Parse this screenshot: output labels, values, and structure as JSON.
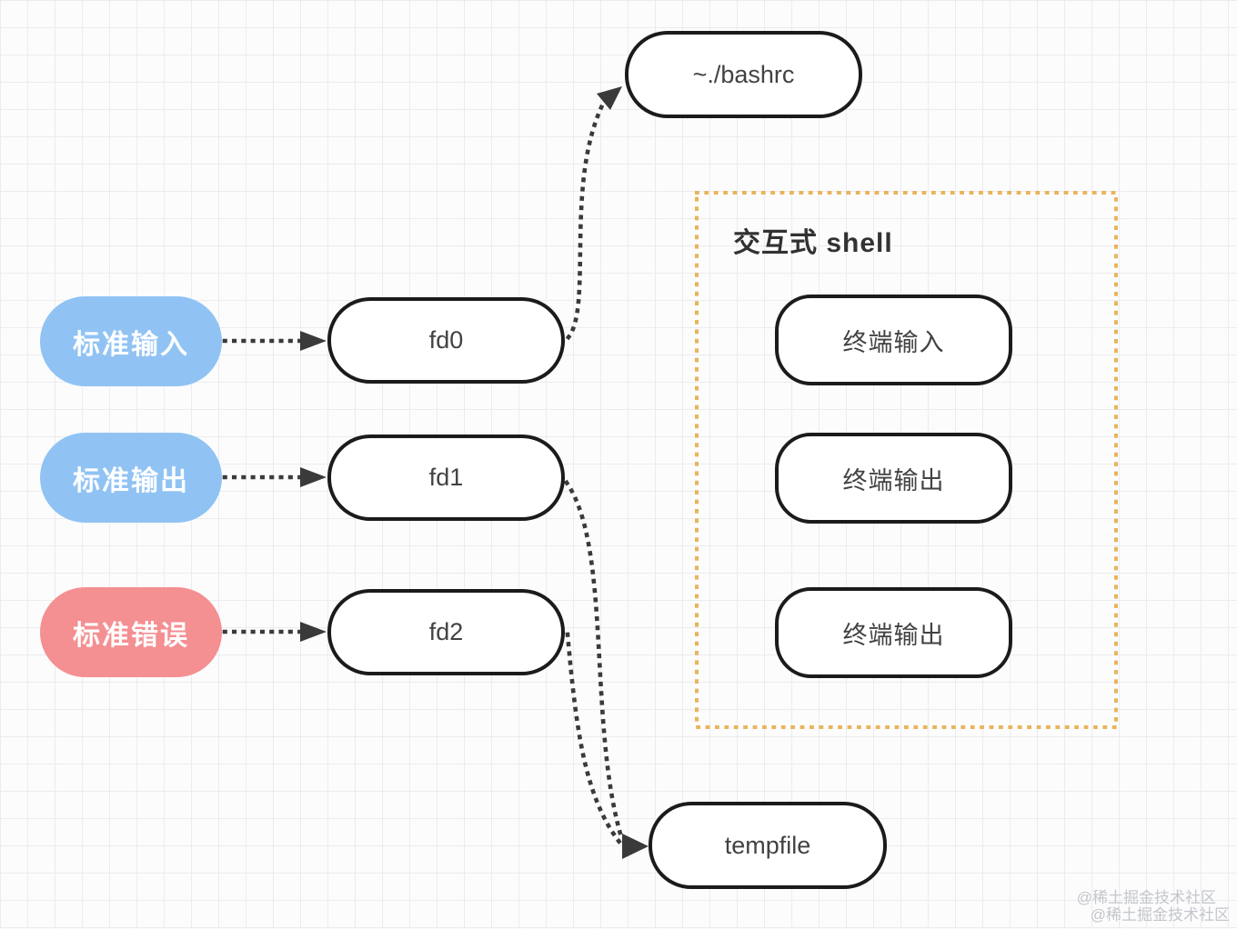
{
  "colors": {
    "stdin_blue": "#90c3f4",
    "stderr_pink": "#f48f92",
    "shell_orange": "#e9b45a",
    "edge_dark": "#3a3a3a",
    "node_border": "#1b1b1b",
    "node_text": "#424242",
    "watermark_gray": "#c3c6cb"
  },
  "nodes": {
    "stdin": "标准输入",
    "stdout": "标准输出",
    "stderr": "标准错误",
    "fd0": "fd0",
    "fd1": "fd1",
    "fd2": "fd2",
    "bashrc": "~./bashrc",
    "tempfile": "tempfile"
  },
  "shell_group": {
    "title": "交互式 shell",
    "items": [
      "终端输入",
      "终端输出",
      "终端输出"
    ]
  },
  "edges": [
    {
      "from": "标准输入",
      "to": "fd0"
    },
    {
      "from": "标准输出",
      "to": "fd1"
    },
    {
      "from": "标准错误",
      "to": "fd2"
    },
    {
      "from": "fd0",
      "to": "~./bashrc"
    },
    {
      "from": "fd1",
      "to": "tempfile"
    },
    {
      "from": "fd2",
      "to": "tempfile"
    }
  ],
  "watermark": {
    "line1": "@稀土掘金技术社区",
    "line2": "@稀土掘金技术社区"
  }
}
